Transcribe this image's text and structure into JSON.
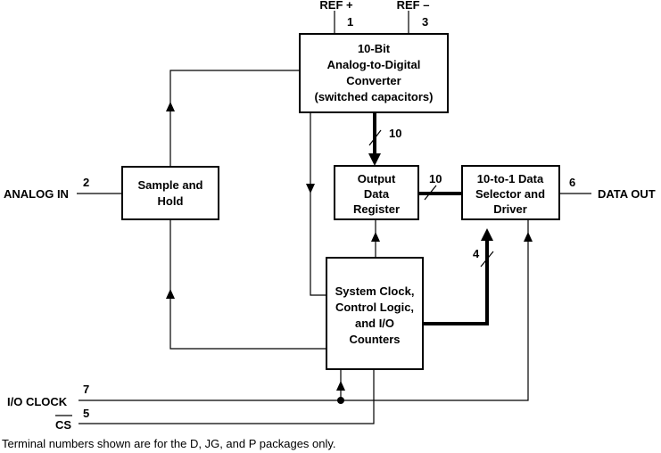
{
  "blocks": {
    "adc": [
      "10-Bit",
      "Analog-to-Digital",
      "Converter",
      "(switched capacitors)"
    ],
    "sample_hold": [
      "Sample and",
      "Hold"
    ],
    "output_register": [
      "Output",
      "Data",
      "Register"
    ],
    "data_selector": [
      "10-to-1 Data",
      "Selector and",
      "Driver"
    ],
    "control_logic": [
      "System Clock,",
      "Control Logic,",
      "and I/O",
      "Counters"
    ]
  },
  "signals": {
    "ref_plus": "REF +",
    "ref_minus": "REF –",
    "analog_in": "ANALOG IN",
    "data_out": "DATA OUT",
    "io_clock": "I/O CLOCK",
    "cs": "CS"
  },
  "pins": {
    "ref_plus": "1",
    "ref_minus": "3",
    "analog_in": "2",
    "data_out": "6",
    "io_clock": "7",
    "cs": "5"
  },
  "bus_widths": {
    "adc_to_register": "10",
    "register_to_selector": "10",
    "control_to_selector": "4"
  },
  "footnote": "Terminal numbers shown are for the D, JG, and P packages only."
}
